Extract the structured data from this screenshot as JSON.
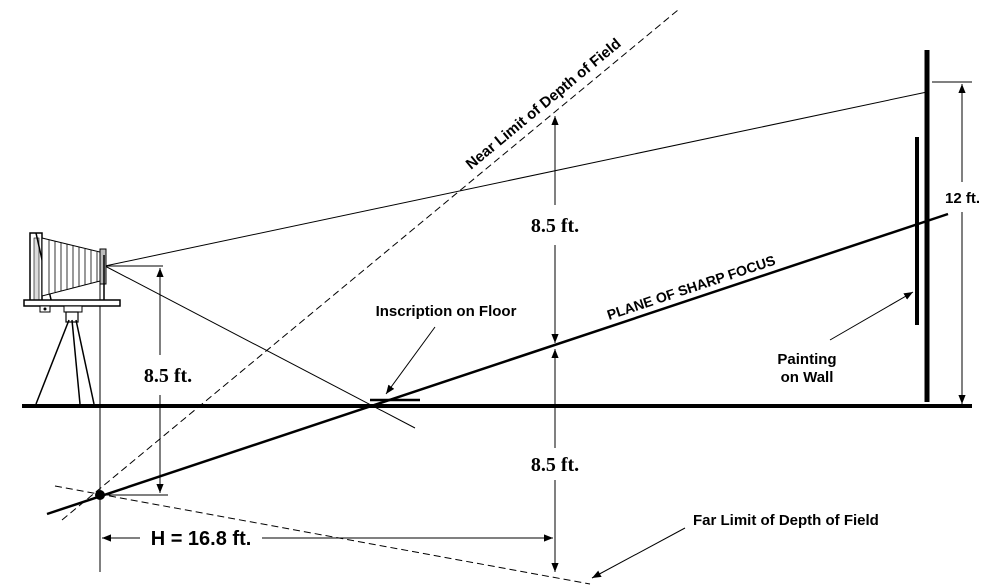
{
  "labels": {
    "near_limit": "Near Limit of Depth of Field",
    "far_limit": "Far Limit of Depth of Field",
    "plane_of_focus": "PLANE OF SHARP FOCUS",
    "inscription": "Inscription on Floor",
    "painting_line1": "Painting",
    "painting_line2": "on Wall",
    "wall_height": "12 ft.",
    "upper_gap": "8.5 ft.",
    "lower_gap": "8.5 ft.",
    "camera_height": "8.5 ft.",
    "hyperfocal": "H = 16.8 ft."
  }
}
